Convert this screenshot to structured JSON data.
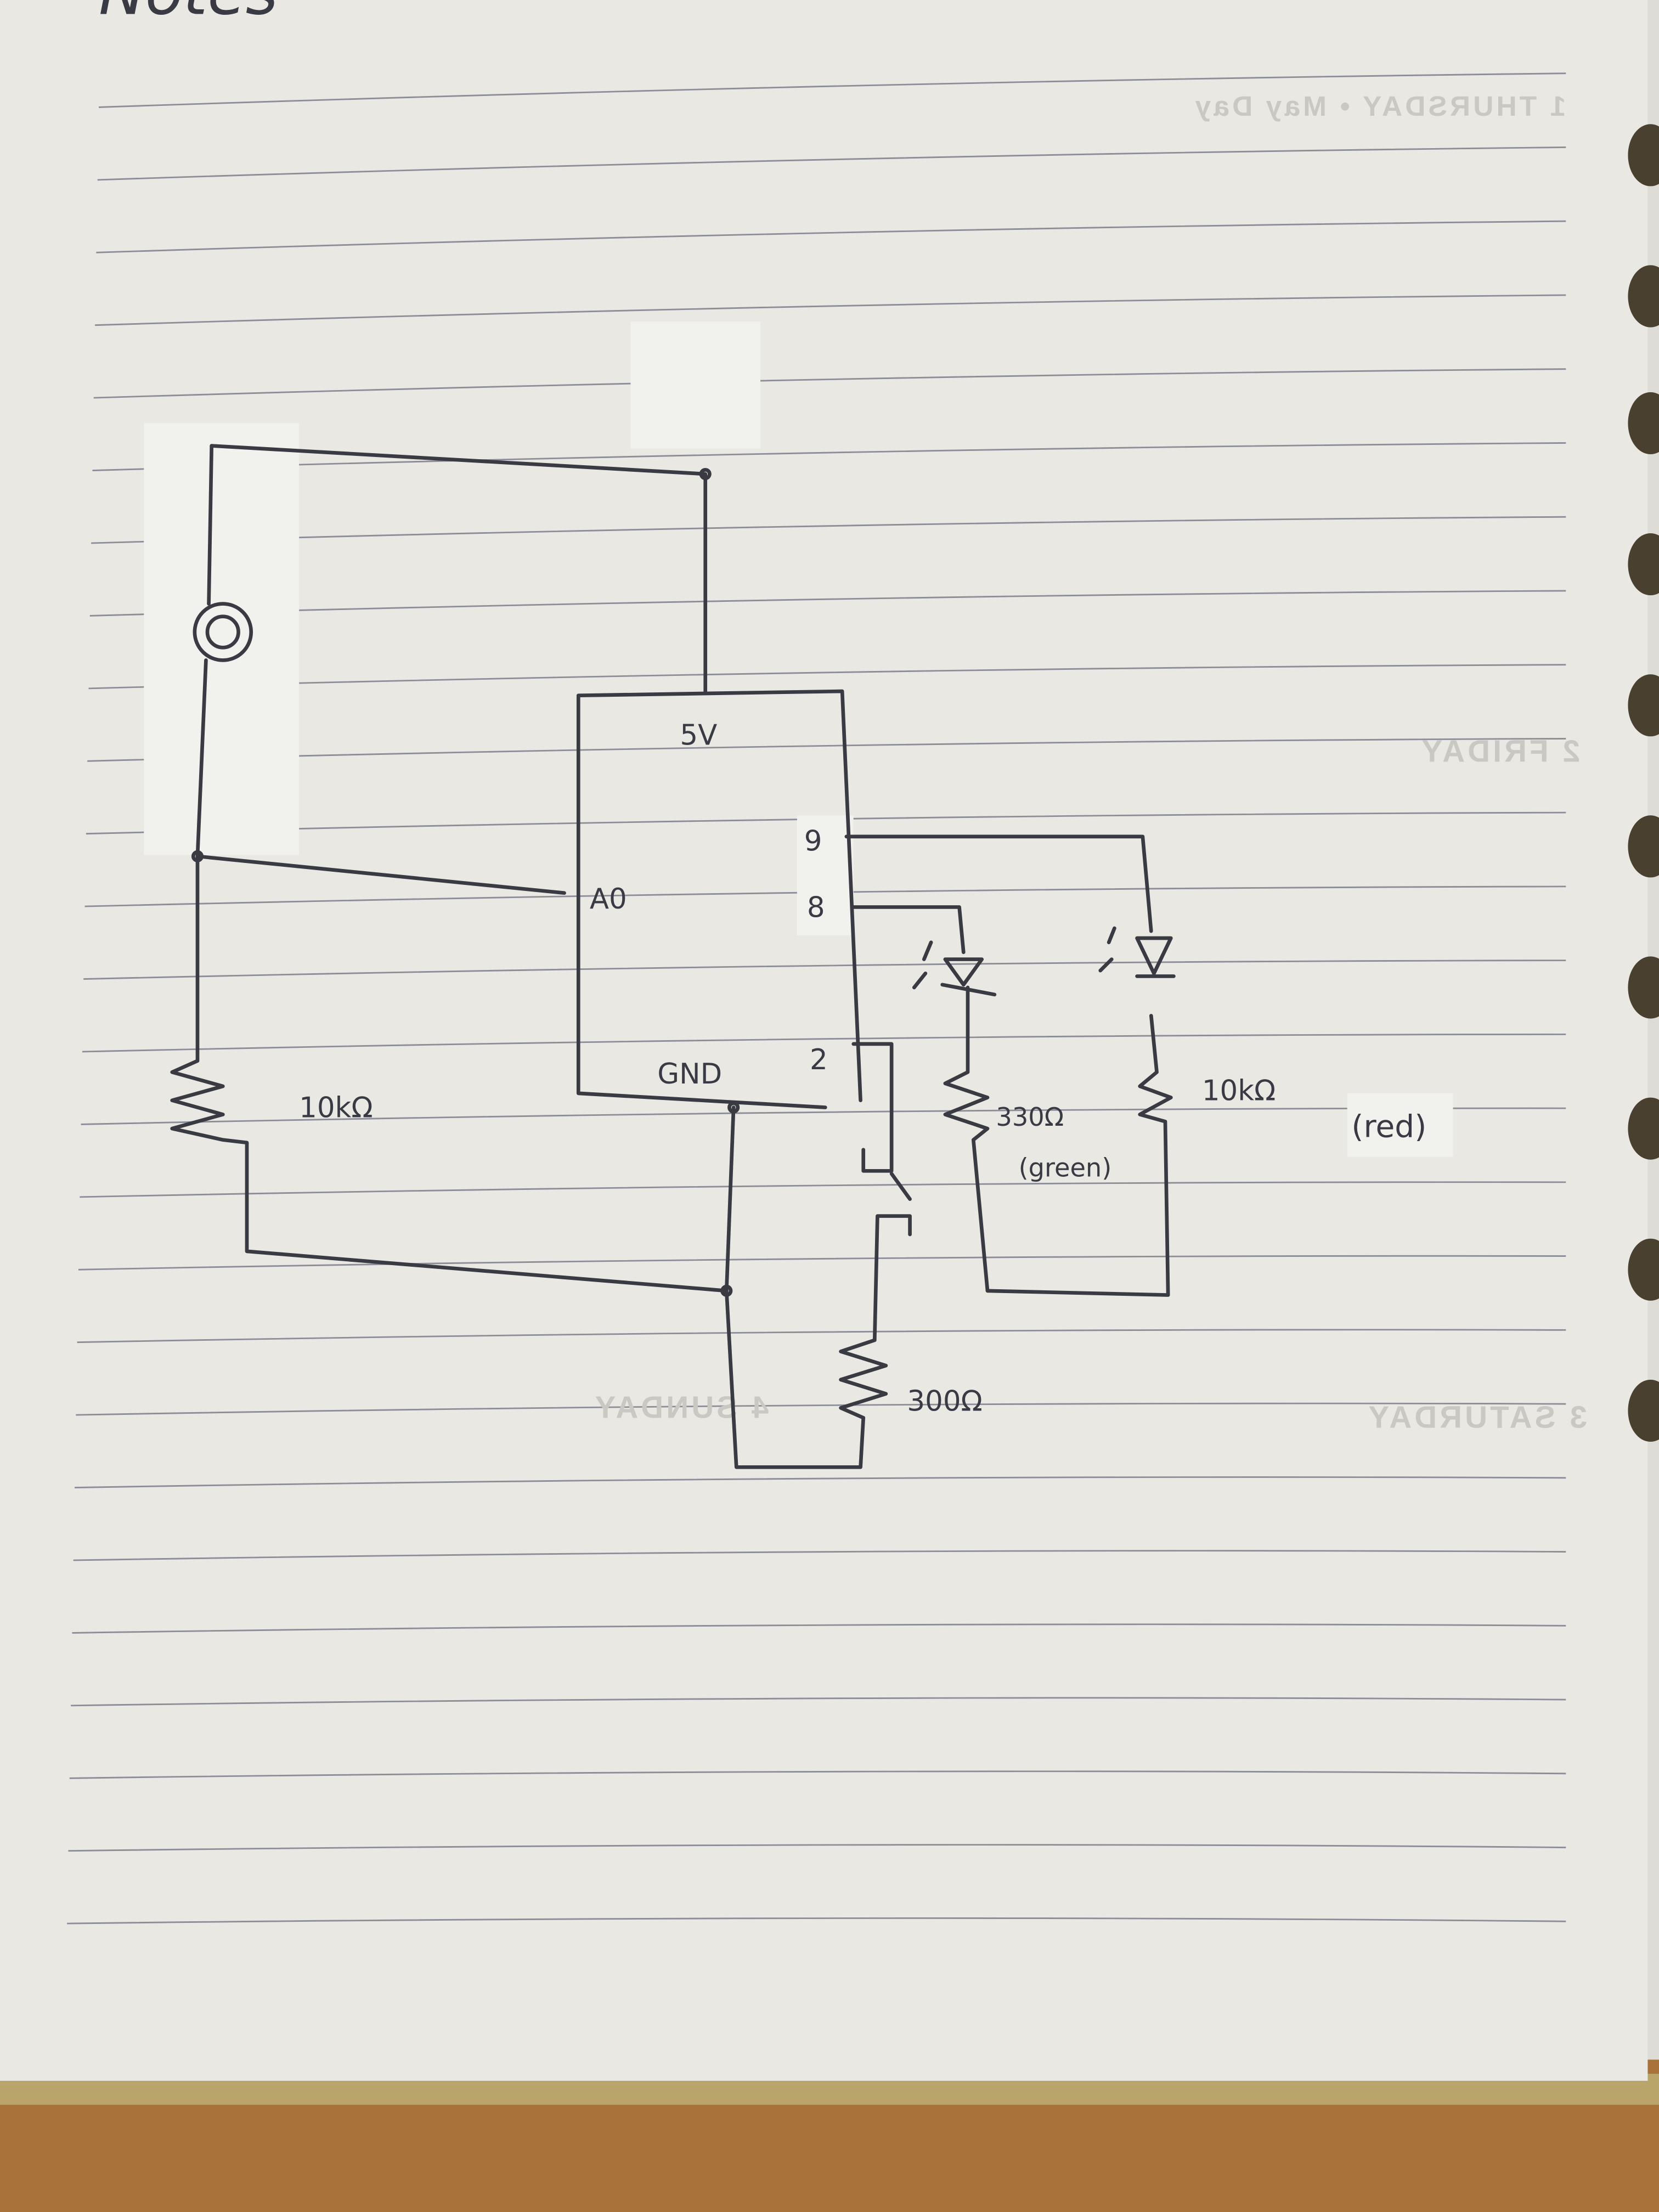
{
  "page": {
    "heading": "Notes",
    "bleed_through": [
      "1 THURSDAY • May Day",
      "2 FRIDAY",
      "3 SATURDAY",
      "4 SUNDAY"
    ]
  },
  "diagram": {
    "microcontroller": {
      "pin_5v": "5V",
      "pin_a0": "A0",
      "pin_9": "9",
      "pin_8": "8",
      "pin_2": "2",
      "pin_gnd": "GND"
    },
    "sensor_resistor": "10kΩ",
    "green_led_resistor": "330Ω",
    "green_led_label": "(green)",
    "red_led_resistor": "10kΩ",
    "red_led_label": "(red)",
    "button_resistor": "300Ω"
  },
  "colors": {
    "paper": "#e9e8e3",
    "ink": "#3a3a42",
    "rule": "#8d8d99",
    "desk": "#a8733a"
  }
}
